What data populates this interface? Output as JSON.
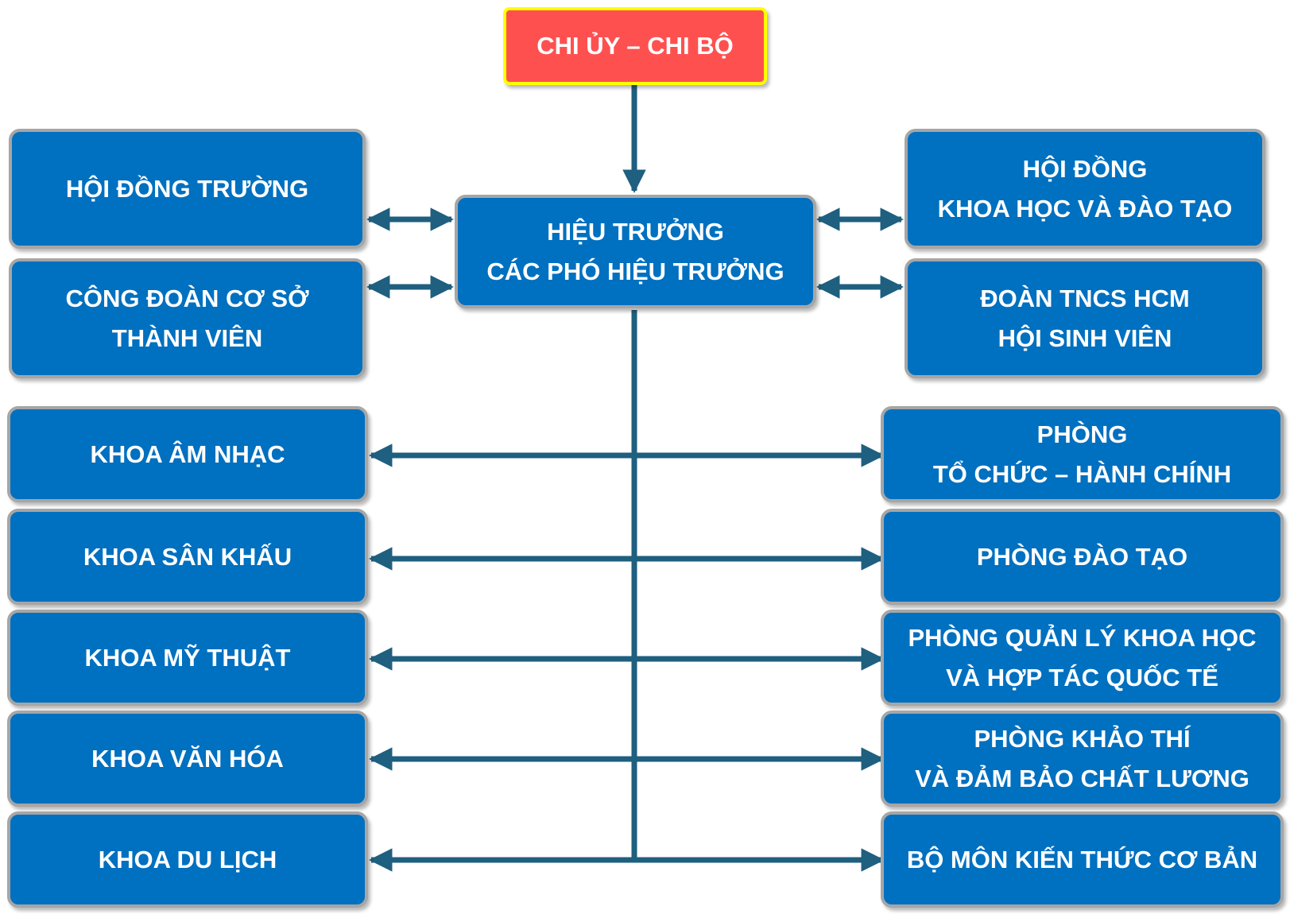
{
  "top": {
    "label": "CHI ỦY – CHI BỘ"
  },
  "center": {
    "line1": "HIỆU TRƯỞNG",
    "line2": "CÁC PHÓ HIỆU TRƯỞNG"
  },
  "left_upper": [
    {
      "line1": "HỘI ĐỒNG TRƯỜNG"
    },
    {
      "line1": "CÔNG ĐOÀN CƠ SỞ",
      "line2": "THÀNH VIÊN"
    }
  ],
  "right_upper": [
    {
      "line1": "HỘI ĐỒNG",
      "line2": "KHOA HỌC VÀ ĐÀO TẠO"
    },
    {
      "line1": "ĐOÀN TNCS HCM",
      "line2": "HỘI SINH VIÊN"
    }
  ],
  "faculties": [
    {
      "line1": "KHOA ÂM NHẠC"
    },
    {
      "line1": "KHOA SÂN KHẤU"
    },
    {
      "line1": "KHOA MỸ THUẬT"
    },
    {
      "line1": "KHOA VĂN HÓA"
    },
    {
      "line1": "KHOA DU LỊCH"
    }
  ],
  "offices": [
    {
      "line1": "PHÒNG",
      "line2": "TỔ CHỨC – HÀNH CHÍNH"
    },
    {
      "line1": "PHÒNG ĐÀO TẠO"
    },
    {
      "line1": "PHÒNG QUẢN LÝ KHOA HỌC",
      "line2": "VÀ HỢP TÁC QUỐC TẾ"
    },
    {
      "line1": "PHÒNG KHẢO THÍ",
      "line2": "VÀ ĐẢM BẢO CHẤT LƯƠNG"
    },
    {
      "line1": "BỘ MÔN KIẾN THỨC CƠ BẢN"
    }
  ],
  "colors": {
    "box_fill": "#0070c0",
    "box_border": "#a6a6a6",
    "top_fill": "#ff5050",
    "top_border": "#ffff00",
    "connector": "#1f5f7f",
    "text": "#ffffff"
  }
}
